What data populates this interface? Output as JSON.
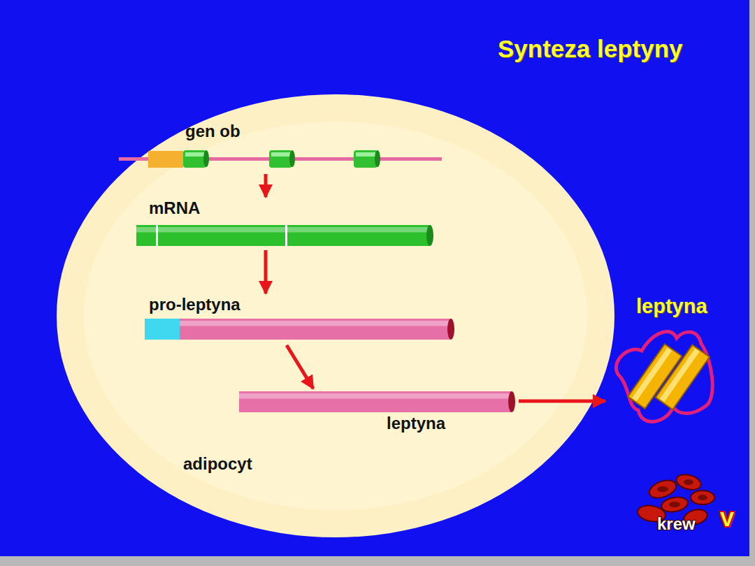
{
  "diagram": {
    "title": "Synteza leptyny",
    "nodes": [
      {
        "text": [
          "adipocyt"
        ]
      },
      {
        "text": [
          "gen ob"
        ],
        "in": 0
      },
      {
        "text": [
          "mRNA"
        ],
        "in": 0
      },
      {
        "text": [
          "pro-leptyna"
        ],
        "in": 0
      },
      {
        "text": [
          "leptyna"
        ],
        "in": 0
      },
      {
        "text": [
          "leptyna"
        ]
      }
    ],
    "edges": [
      {
        "from": 1,
        "to": 2,
        "arrow": "to"
      },
      {
        "from": 2,
        "to": 3,
        "arrow": "to"
      },
      {
        "from": 3,
        "to": 4,
        "arrow": "to"
      },
      {
        "from": 4,
        "to": 5,
        "arrow": "to"
      }
    ],
    "labels": [
      "krew",
      "V"
    ]
  }
}
